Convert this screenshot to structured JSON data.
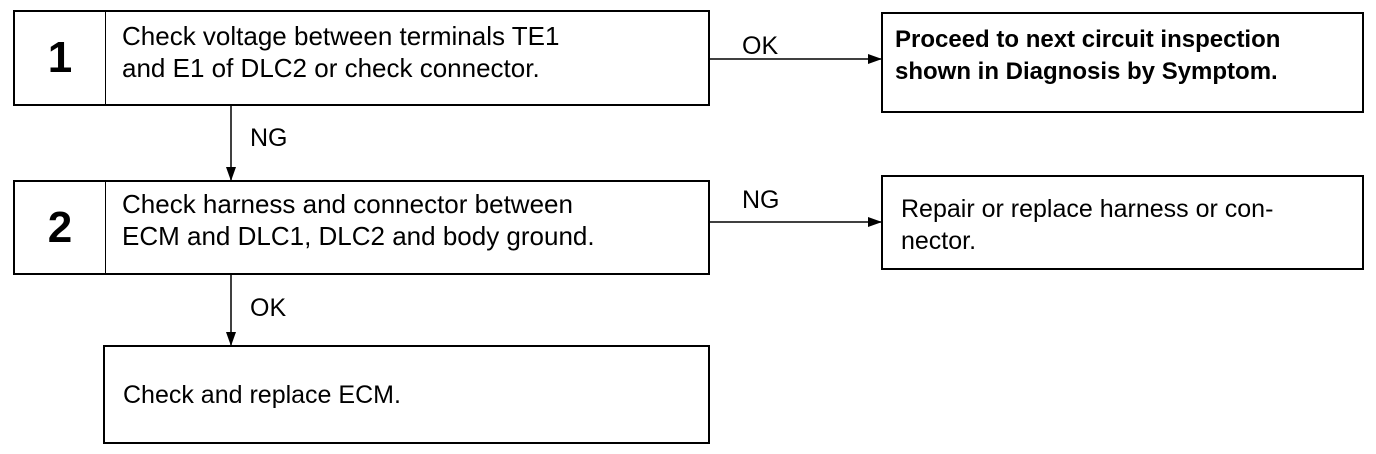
{
  "steps": [
    {
      "number": "1",
      "text": "Check voltage between terminals TE1\nand E1 of DLC2 or check connector."
    },
    {
      "number": "2",
      "text": "Check harness and connector between\nECM and DLC1, DLC2 and body ground."
    }
  ],
  "final_step": {
    "text": "Check and replace ECM."
  },
  "outcomes": {
    "step1_ok": {
      "label": "OK",
      "text": "Proceed to next circuit inspection\nshown in Diagnosis by Symptom."
    },
    "step1_ng": {
      "label": "NG"
    },
    "step2_ng": {
      "label": "NG",
      "text": "Repair or replace harness or con-\nnector."
    },
    "step2_ok": {
      "label": "OK"
    }
  }
}
